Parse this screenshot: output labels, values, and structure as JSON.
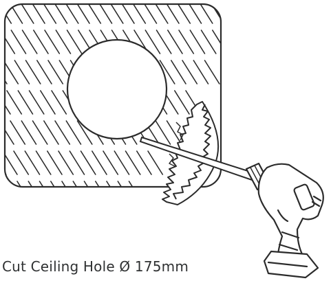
{
  "caption": "Cut Ceiling Hole Ø 175mm",
  "colors": {
    "line": "#2b2b2b",
    "caption": "#2f3132",
    "background": "#ffffff"
  },
  "icons": [
    "ceiling-panel",
    "circular-hole",
    "saw-blade-icon",
    "power-drill-icon"
  ]
}
